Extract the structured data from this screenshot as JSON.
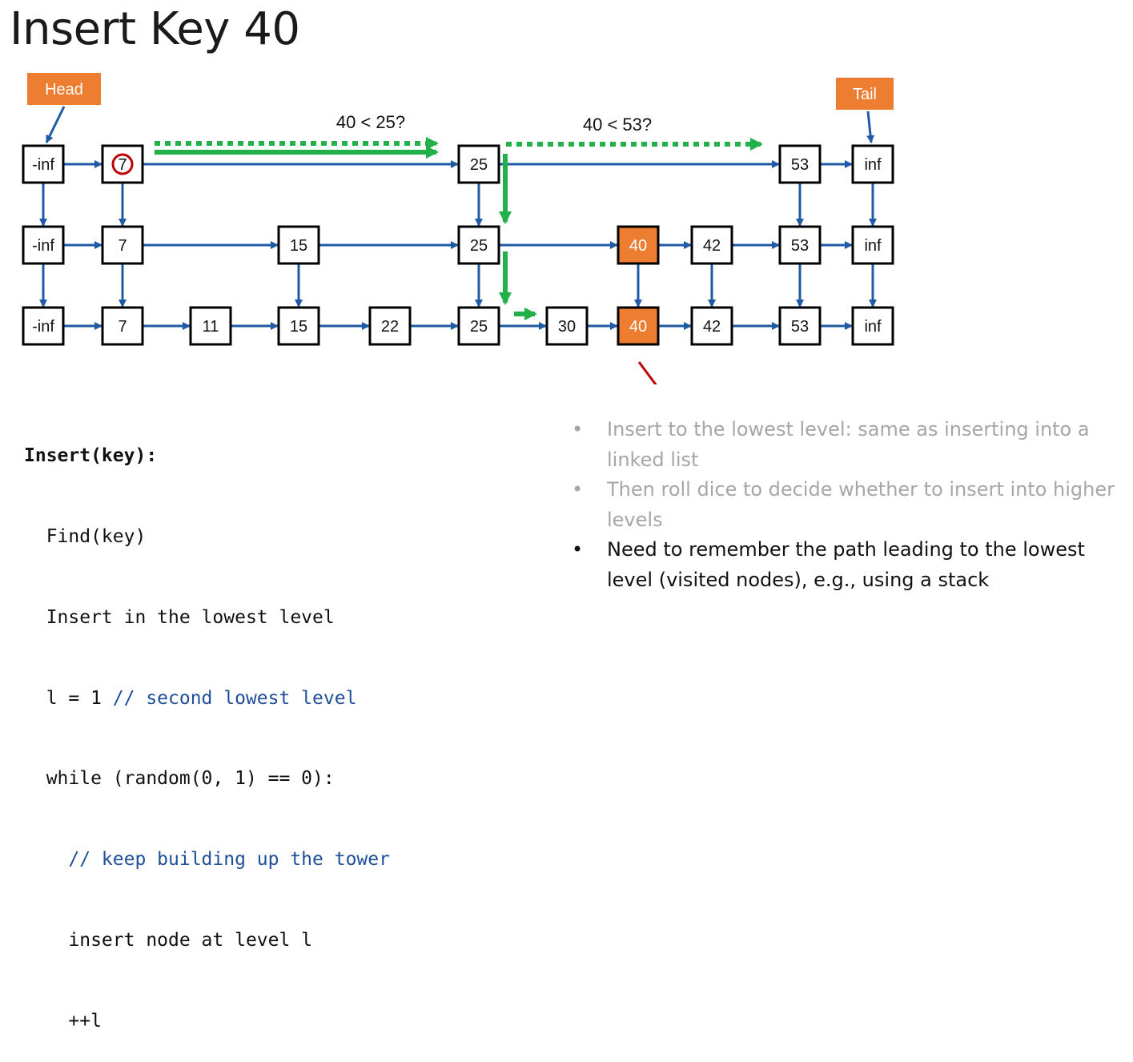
{
  "title": "Insert Key 40",
  "labels": {
    "head": "Head",
    "tail": "Tail",
    "compare_1": "40 < 25?",
    "compare_2": "40 < 53?"
  },
  "levels": [
    [
      "-inf",
      "7",
      "25",
      "53",
      "inf"
    ],
    [
      "-inf",
      "7",
      "15",
      "25",
      "40",
      "42",
      "53",
      "inf"
    ],
    [
      "-inf",
      "7",
      "11",
      "15",
      "22",
      "25",
      "30",
      "40",
      "42",
      "53",
      "inf"
    ]
  ],
  "inserted_key": "40",
  "colors": {
    "link": "#1f5aa6",
    "search_path": "#22b04b",
    "highlight_node": "#ed7d31",
    "callout_arrow": "#c00000",
    "visited_circle": "#c00000"
  },
  "code": [
    "Insert(key):",
    "  Find(key)",
    "  Insert in the lowest level",
    "  l = 1 ",
    "  while (random(0, 1) == 0):",
    "    // keep building up the tower",
    "    insert node at level l",
    "    ++l"
  ],
  "code_comment_line4": "// second lowest level",
  "bullets": [
    "Insert to the lowest level: same as inserting into a linked list",
    "Then roll dice to decide whether to insert into higher levels",
    "Need to remember the path leading to the lowest level (visited nodes), e.g., using a stack"
  ],
  "bullet_marker": "•"
}
